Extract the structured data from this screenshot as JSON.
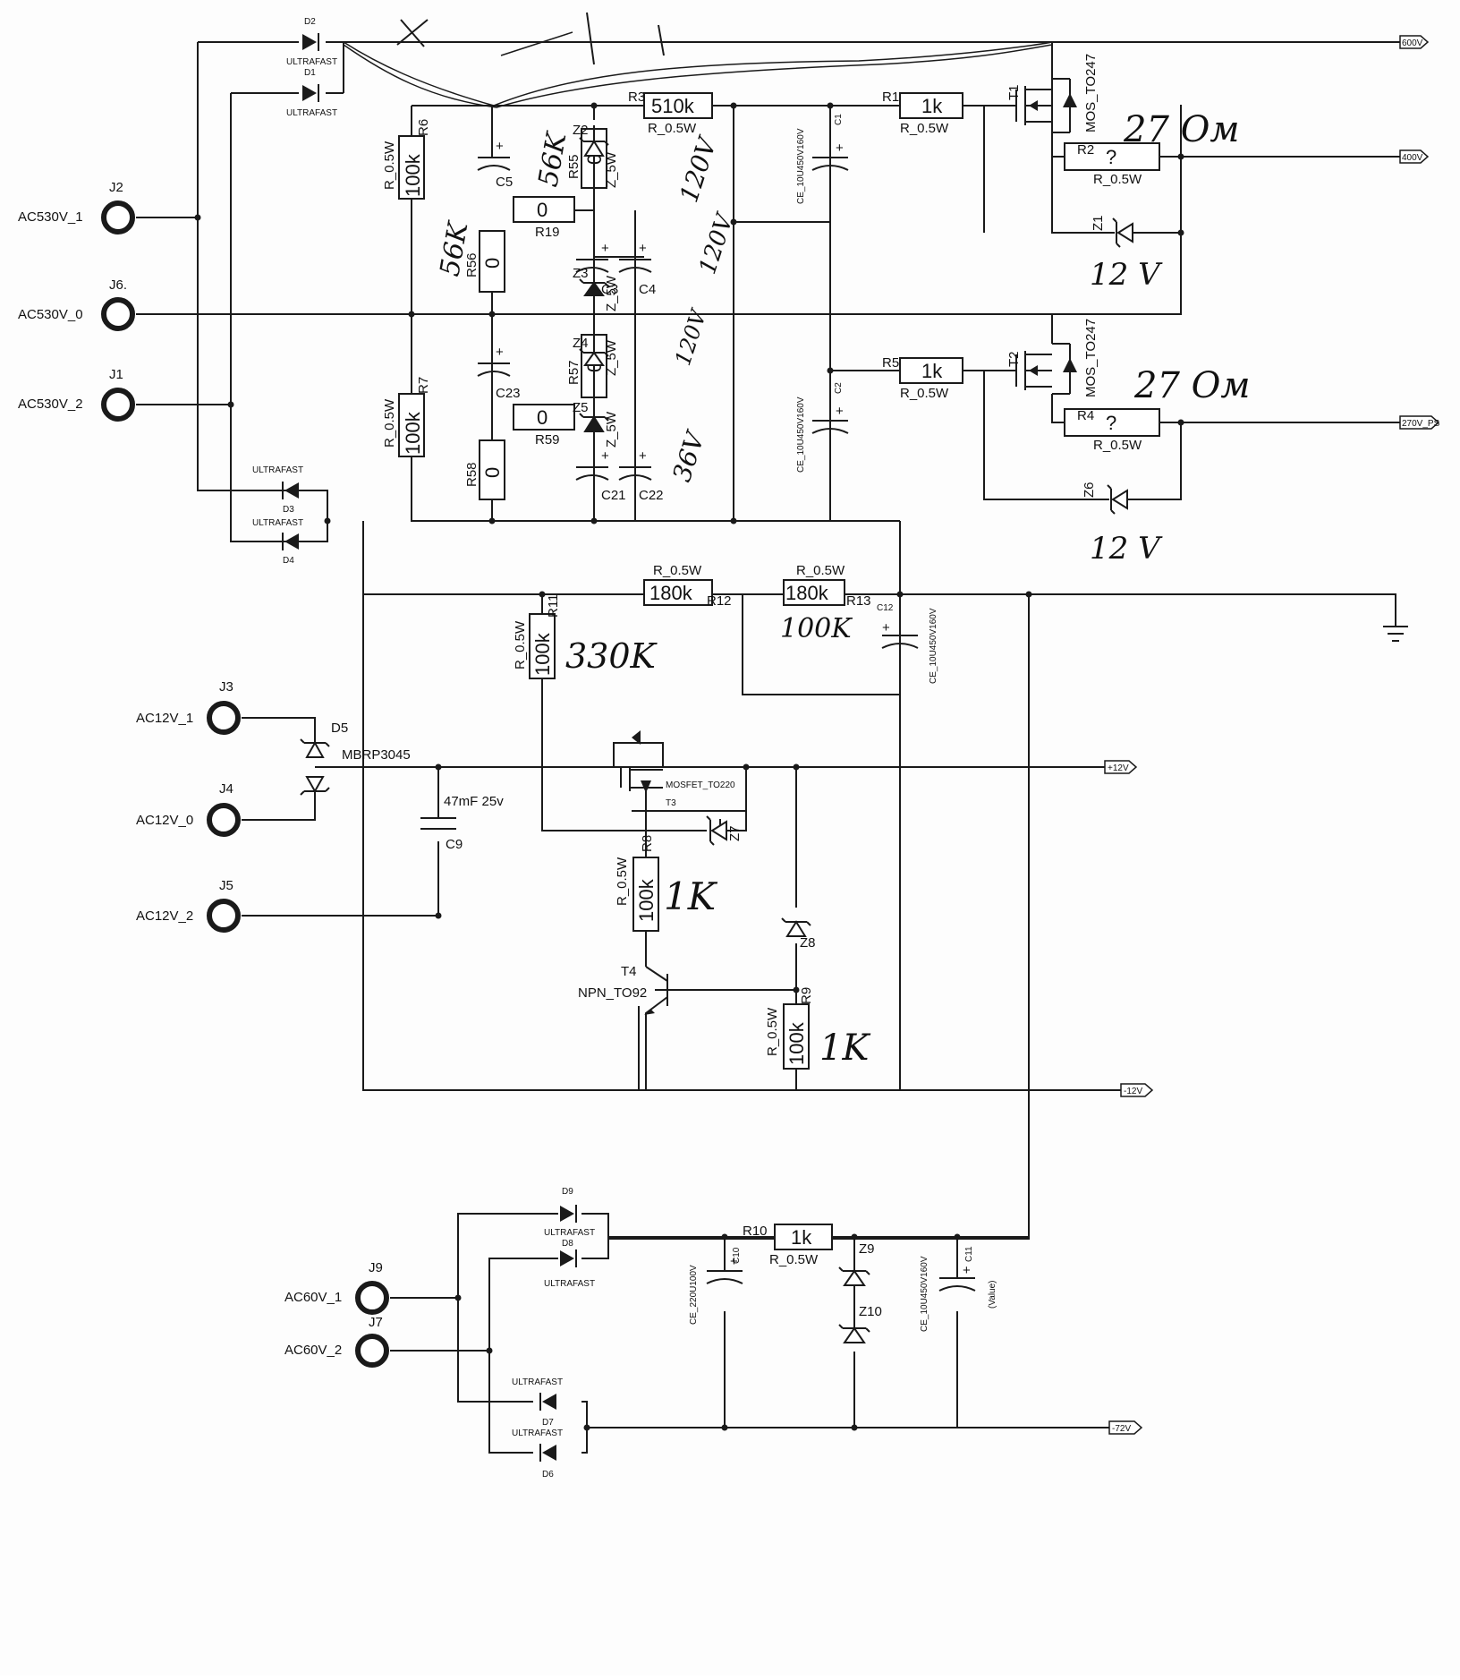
{
  "connectors": {
    "j2": {
      "ref": "J2",
      "net": "AC530V_1"
    },
    "j6": {
      "ref": "J6.",
      "net": "AC530V_0"
    },
    "j1": {
      "ref": "J1",
      "net": "AC530V_2"
    },
    "j3": {
      "ref": "J3",
      "net": "AC12V_1"
    },
    "j4": {
      "ref": "J4",
      "net": "AC12V_0"
    },
    "j5": {
      "ref": "J5",
      "net": "AC12V_2"
    },
    "j9": {
      "ref": "J9",
      "net": "AC60V_1"
    },
    "j7": {
      "ref": "J7",
      "net": "AC60V_2"
    }
  },
  "diodes": {
    "d1": {
      "ref": "D1",
      "type": "ULTRAFAST"
    },
    "d2": {
      "ref": "D2",
      "type": "ULTRAFAST"
    },
    "d3": {
      "ref": "D3",
      "type": "ULTRAFAST"
    },
    "d4": {
      "ref": "D4",
      "type": "ULTRAFAST"
    },
    "d5": {
      "ref": "D5",
      "type": "MBRP3045"
    },
    "d6": {
      "ref": "D6",
      "type": "ULTRAFAST"
    },
    "d7": {
      "ref": "D7",
      "type": "ULTRAFAST"
    },
    "d8": {
      "ref": "D8",
      "type": "ULTRAFAST"
    },
    "d9": {
      "ref": "D9",
      "type": "ULTRAFAST"
    }
  },
  "resistors": {
    "r1": {
      "ref": "R1",
      "value": "1k",
      "rating": "R_0.5W"
    },
    "r2": {
      "ref": "R2",
      "value": "?",
      "rating": "R_0.5W"
    },
    "r3": {
      "ref": "R3",
      "value": "510k",
      "rating": "R_0.5W"
    },
    "r4": {
      "ref": "R4",
      "value": "?",
      "rating": "R_0.5W"
    },
    "r5": {
      "ref": "R5",
      "value": "1k",
      "rating": "R_0.5W"
    },
    "r6": {
      "ref": "R6",
      "value": "100k",
      "rating": "R_0.5W"
    },
    "r7": {
      "ref": "R7",
      "value": "100k",
      "rating": "R_0.5W"
    },
    "r8": {
      "ref": "R8",
      "value": "100k",
      "rating": "R_0.5W"
    },
    "r9": {
      "ref": "R9",
      "value": "100k",
      "rating": "R_0.5W"
    },
    "r10": {
      "ref": "R10",
      "value": "1k",
      "rating": "R_0.5W"
    },
    "r11": {
      "ref": "R11",
      "value": "100k",
      "rating": "R_0.5W"
    },
    "r12": {
      "ref": "R12",
      "value": "180k",
      "rating": "R_0.5W"
    },
    "r13": {
      "ref": "R13",
      "value": "180k",
      "rating": "R_0.5W"
    },
    "r19": {
      "ref": "R19",
      "value": "0"
    },
    "r55": {
      "ref": "R55",
      "value": "0"
    },
    "r56": {
      "ref": "R56",
      "value": "0"
    },
    "r57": {
      "ref": "R57",
      "value": "0"
    },
    "r58": {
      "ref": "R58",
      "value": "0"
    },
    "r59": {
      "ref": "R59",
      "value": "0"
    }
  },
  "capacitors": {
    "c1": {
      "ref": "C1",
      "value": "CE_10U450V160V"
    },
    "c2": {
      "ref": "C2",
      "value": "CE_10U450V160V"
    },
    "c3": {
      "ref": "C3"
    },
    "c4": {
      "ref": "C4"
    },
    "c5": {
      "ref": "C5"
    },
    "c9": {
      "ref": "C9",
      "value": "47mF 25v"
    },
    "c10": {
      "ref": "C10",
      "value": "CE_220U100V"
    },
    "c11": {
      "ref": "C11",
      "value": "CE_10U450V160V",
      "extra": "(Value)"
    },
    "c12": {
      "ref": "C12",
      "value": "CE_10U450V160V"
    },
    "c21": {
      "ref": "C21"
    },
    "c22": {
      "ref": "C22"
    },
    "c23": {
      "ref": "C23"
    }
  },
  "zeners": {
    "z1": {
      "ref": "Z1"
    },
    "z2": {
      "ref": "Z2",
      "rating": "Z_5W"
    },
    "z3": {
      "ref": "Z3",
      "rating": "Z_5W"
    },
    "z4": {
      "ref": "Z4",
      "rating": "Z_5W"
    },
    "z5": {
      "ref": "Z5",
      "rating": "Z_5W"
    },
    "z6": {
      "ref": "Z6"
    },
    "z7": {
      "ref": "Z7"
    },
    "z8": {
      "ref": "Z8"
    },
    "z9": {
      "ref": "Z9"
    },
    "z10": {
      "ref": "Z10"
    }
  },
  "transistors": {
    "t1": {
      "ref": "T1",
      "type": "MOS_TO247"
    },
    "t2": {
      "ref": "T2",
      "type": "MOS_TO247"
    },
    "t3": {
      "ref": "T3",
      "type": "MOSFET_TO220"
    },
    "t4": {
      "ref": "T4",
      "type": "NPN_TO92"
    }
  },
  "ports": {
    "p1": "600V",
    "p2": "400V",
    "p3": "270V_PS",
    "p4": "+12V",
    "p5": "-12V",
    "p6": "-72V"
  },
  "handwritten": {
    "r55_note": "56K",
    "r56_note": "56K",
    "z2_note": "120V",
    "z3_note": "120V",
    "z4_note": "120V",
    "z5_note": "36V",
    "r2_note": "27 Ом",
    "r4_note": "27 Ом",
    "z1_note": "12 V",
    "z6_note": "12 V",
    "r13_note": "100K",
    "r11_note": "330K",
    "r8_note": "1K",
    "r9_note": "1K"
  }
}
